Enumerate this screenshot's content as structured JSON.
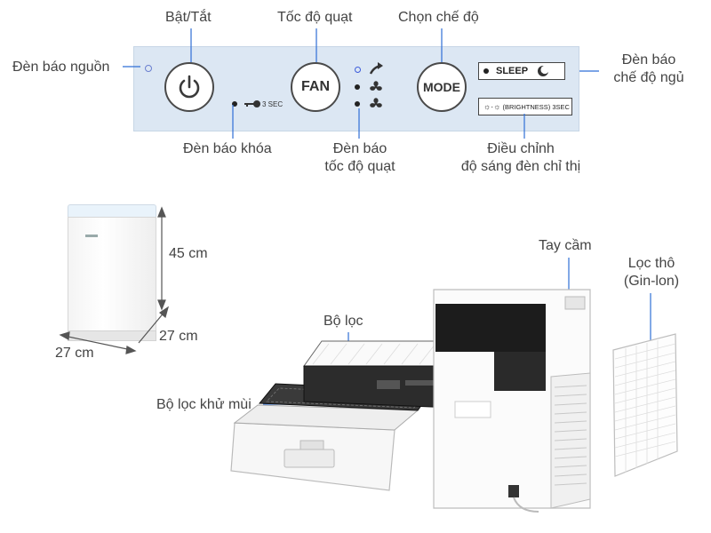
{
  "panel_labels": {
    "power": "Bật/Tắt",
    "fan_speed": "Tốc độ quạt",
    "mode_select": "Chọn chế độ",
    "power_indicator": "Đèn báo nguồn",
    "sleep_indicator_line1": "Đèn báo",
    "sleep_indicator_line2": "chế độ ngủ",
    "lock_indicator": "Đèn báo khóa",
    "fan_indicator_line1": "Đèn báo",
    "fan_indicator_line2": "tốc độ quạt",
    "brightness_line1": "Điều chỉnh",
    "brightness_line2": "độ sáng đèn chỉ thị"
  },
  "panel": {
    "fan_button": "FAN",
    "mode_button": "MODE",
    "lock_hint": "3 SEC",
    "sleep_label": "SLEEP",
    "brightness_label": "(BRIGHTNESS) 3SEC"
  },
  "dimensions": {
    "height": "45 cm",
    "depth": "27 cm",
    "width": "27 cm"
  },
  "parts": {
    "handle": "Tay cầm",
    "main_filter": "Bộ lọc",
    "deodorizing_filter": "Bộ lọc khử mùi",
    "prefilter_line1": "Lọc thô",
    "prefilter_line2": "(Gin-lon)"
  },
  "colors": {
    "panel_bg": "#dce7f3",
    "leader_line": "#2f6fd6",
    "fan_speed_led": "#3b5bdb"
  }
}
